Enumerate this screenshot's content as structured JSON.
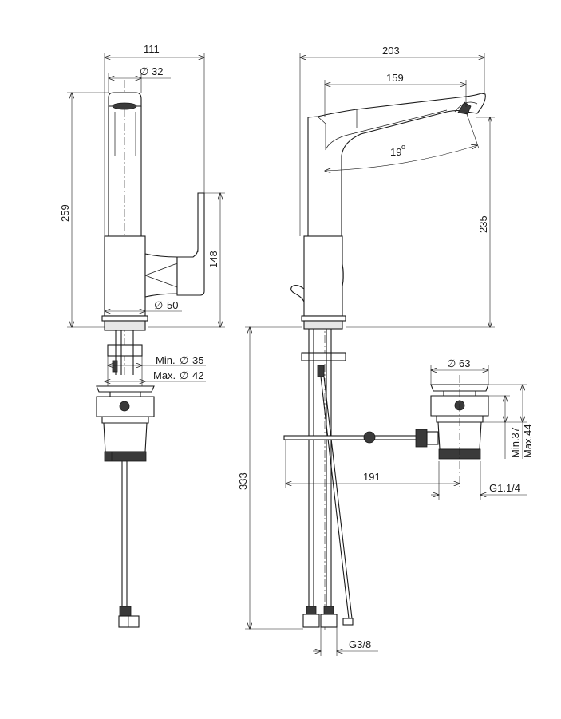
{
  "dimensions": {
    "width_side": "111",
    "spout_diameter": "32",
    "height_total": "259",
    "lever_height": "148",
    "body_diameter": "50",
    "hole_min": "Min.",
    "hole_min_value": "35",
    "hole_max": "Max.",
    "hole_max_value": "42",
    "reach_total": "203",
    "reach_spout": "159",
    "spout_angle": "19",
    "spout_height": "235",
    "hose_length": "333",
    "drain_diameter": "63",
    "drain_min": "Min.37",
    "drain_max": "Max.44",
    "rod_length": "191",
    "drain_thread": "G1.1/4",
    "hose_thread": "G3/8",
    "diameter_symbol": "∅",
    "degree_symbol": "o"
  }
}
